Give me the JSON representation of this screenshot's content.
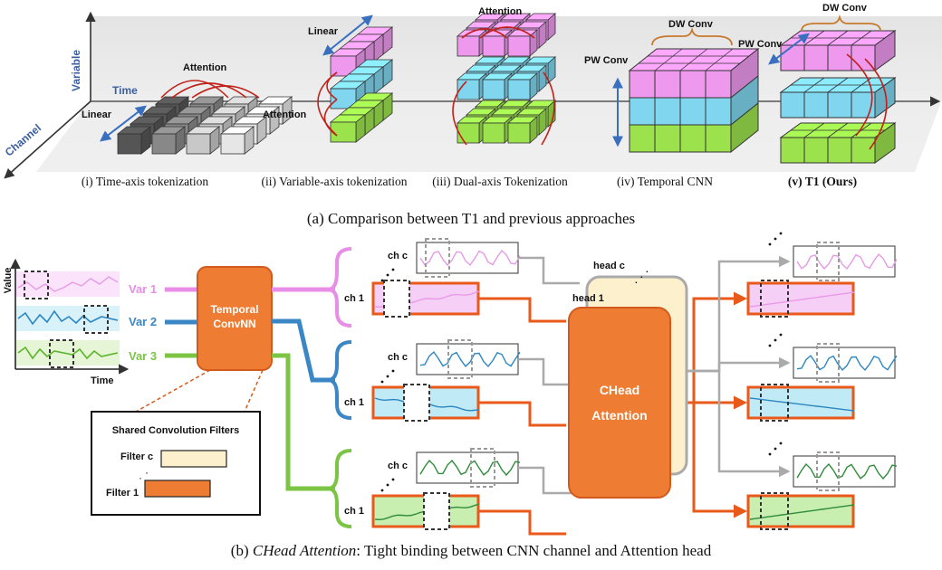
{
  "panel_a": {
    "axes": {
      "variable": "Variable",
      "time": "Time",
      "channel": "Channel"
    },
    "labels": {
      "attention_i": "Attention",
      "linear_i": "Linear",
      "linear_ii": "Linear",
      "attention_ii": "Attention",
      "attention_iii": "Attention",
      "dwconv_iv": "DW Conv",
      "pwconv_iv": "PW Conv",
      "dwconv_v": "DW Conv",
      "pwconv_v": "PW Conv"
    },
    "subcaptions": [
      "(i) Time-axis tokenization",
      "(ii) Variable-axis tokenization",
      "(iii) Dual-axis Tokenization",
      "(iv) Temporal CNN",
      "(v) T1 (Ours)"
    ],
    "caption": "(a) Comparison between T1 and previous approaches"
  },
  "panel_b": {
    "value_label": "Value",
    "time_label": "Time",
    "vars": [
      "Var 1",
      "Var 2",
      "Var 3"
    ],
    "convnn": [
      "Temporal",
      "ConvNN"
    ],
    "shared_title": "Shared Convolution Filters",
    "filter_c": "Filter c",
    "filter_1": "Filter 1",
    "ch_c": "ch c",
    "ch_1": "ch 1",
    "head_c": "head c",
    "head_1": "head 1",
    "chead": [
      "CHead",
      "Attention"
    ],
    "caption_italic": "CHead Attention",
    "caption_prefix": "(b) ",
    "caption_rest": ": Tight binding between CNN channel and Attention head"
  },
  "colors": {
    "pink": "#ee99ee",
    "cyan": "#7fd6ee",
    "green": "#9be24d",
    "orange": "#ee7d33",
    "cream": "#fdf0cc",
    "blue_arrow": "#3a6fc0",
    "red_arc": "#c0221b",
    "brown": "#c77a2e",
    "var1": "#e88ee8",
    "var2": "#3b87c6",
    "var3": "#7cc444"
  }
}
